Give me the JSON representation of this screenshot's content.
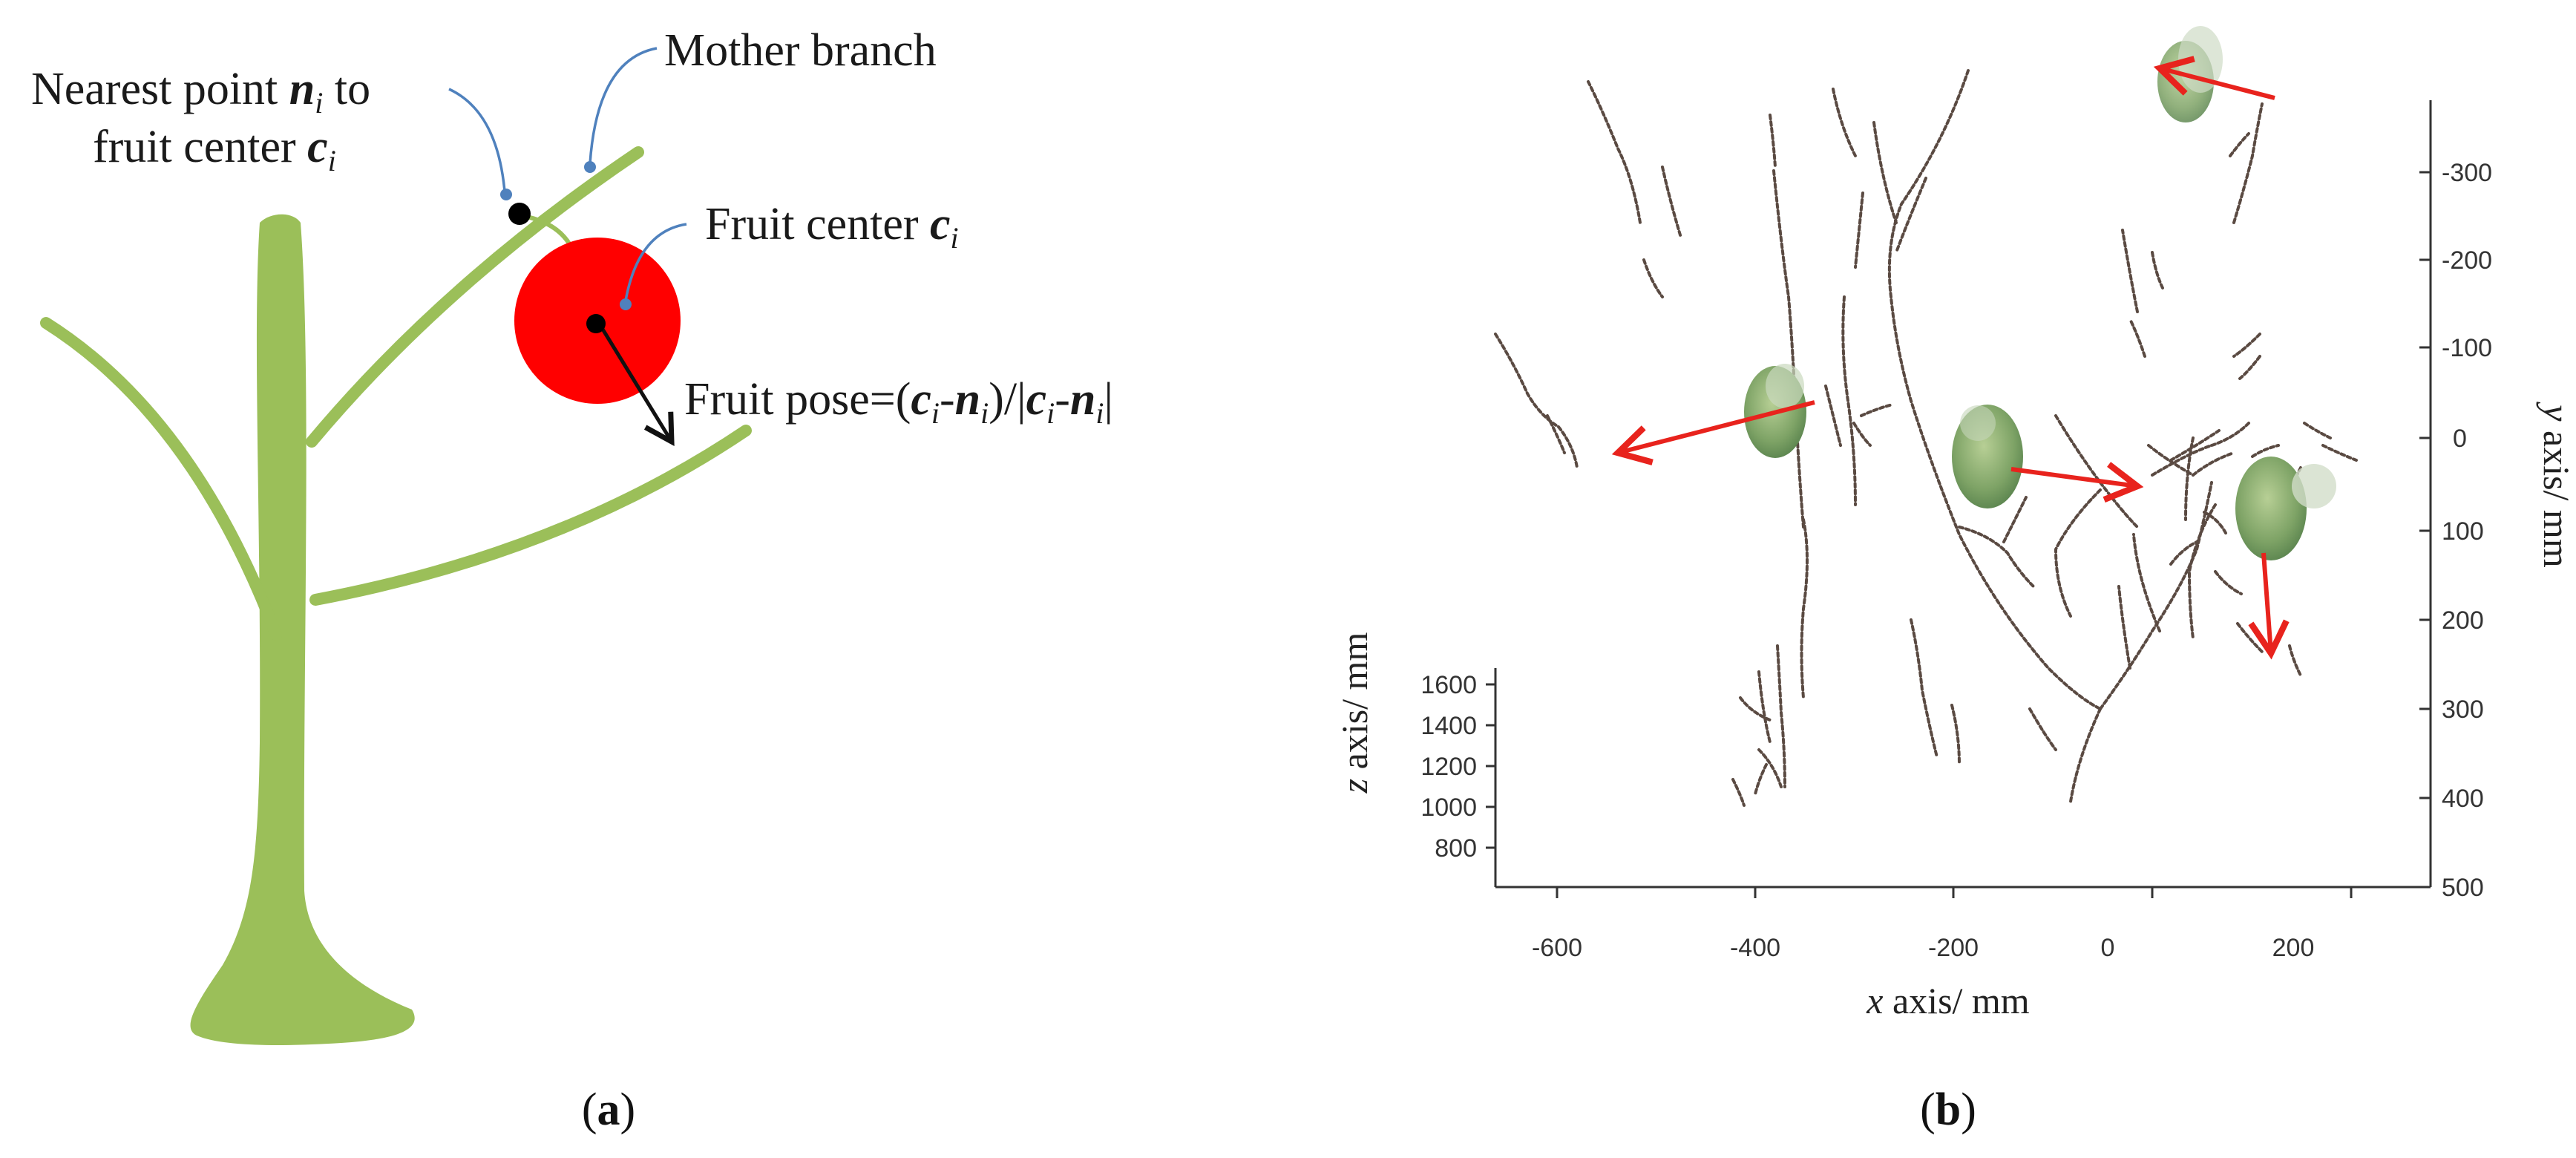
{
  "colors": {
    "branch_green": "#9bbf59",
    "fruit_red": "#ff0000",
    "leader_blue": "#4f81bd",
    "pose_arrow_red": "#e8231d",
    "point_cloud_branch": "#5a4a42",
    "point_cloud_fruit": "#6f9a5e"
  },
  "panel_a": {
    "label_nearest_line1_prefix": "Nearest point ",
    "label_nearest_n": "n",
    "label_nearest_i": "i",
    "label_nearest_line1_suffix": " to",
    "label_nearest_line2_prefix": "fruit center ",
    "label_nearest_c": "c",
    "label_nearest_c_i": "i",
    "label_mother_branch": "Mother branch",
    "label_fruit_center_prefix": "Fruit center ",
    "label_fruit_center_c": "c",
    "label_fruit_center_i": "i",
    "pose_text": {
      "prefix": "Fruit pose=(",
      "c1": "c",
      "i1": "i",
      "minus1": "-",
      "n1": "n",
      "i2": "i",
      "mid": ")/|",
      "c2": "c",
      "i3": "i",
      "minus2": "-",
      "n2": "n",
      "i4": "i",
      "end": "|"
    },
    "caption_open": "(",
    "caption_letter": "a",
    "caption_close": ")",
    "icons": [
      "tree-trunk-shape",
      "fruit-circle",
      "nearest-point-dot",
      "fruit-center-dot",
      "pose-arrow-icon"
    ]
  },
  "panel_b": {
    "x_axis_label_var": "x",
    "x_axis_label_rest": " axis/ mm",
    "y_axis_label_var": "y",
    "y_axis_label_rest": " axis/ mm",
    "z_axis_label_var": "z",
    "z_axis_label_rest": " axis/ mm",
    "x_ticks": [
      "-600",
      "-400",
      "-200",
      "0",
      "200"
    ],
    "y_ticks": [
      "-300",
      "-200",
      "-100",
      "0",
      "100",
      "200",
      "300",
      "400",
      "500"
    ],
    "z_ticks": [
      "1600",
      "1400",
      "1200",
      "1000",
      "800"
    ],
    "caption_open": "(",
    "caption_letter": "b",
    "caption_close": ")",
    "icons": [
      "fruit-point-cloud",
      "branch-point-cloud",
      "pose-arrow-icon"
    ]
  }
}
